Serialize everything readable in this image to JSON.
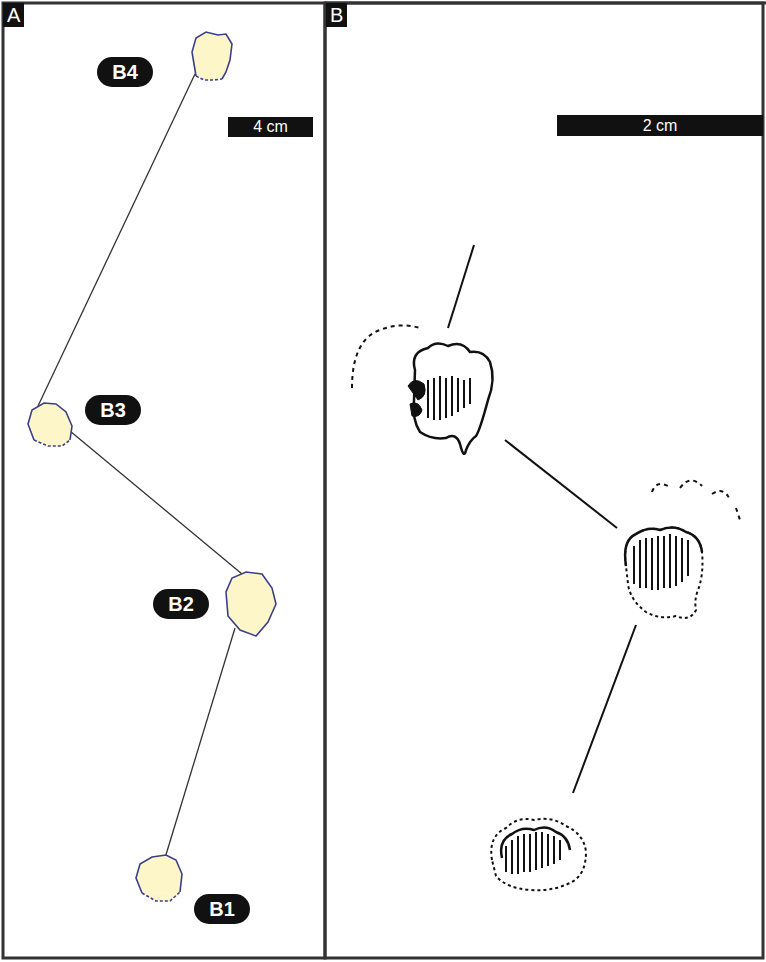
{
  "diagram": {
    "nodes": [
      {
        "text": [
          "B4"
        ]
      },
      {
        "text": [
          "B3"
        ]
      },
      {
        "text": [
          "B2"
        ]
      },
      {
        "text": [
          "B1"
        ]
      }
    ],
    "labels": [
      "A",
      "B",
      "4 cm",
      "2 cm"
    ]
  }
}
